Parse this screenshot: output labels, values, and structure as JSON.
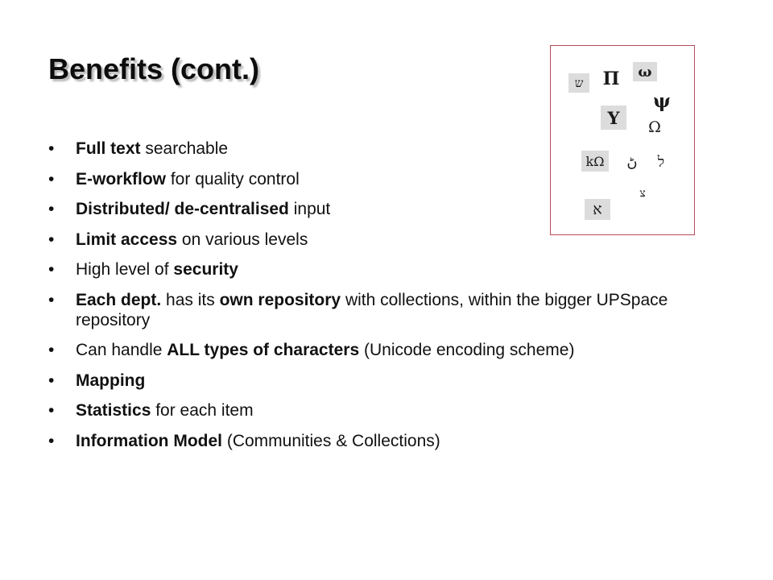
{
  "title": "Benefits (cont.)",
  "bullets": [
    {
      "parts": [
        {
          "text": "Full text",
          "bold": true
        },
        {
          "text": " searchable",
          "bold": false
        }
      ]
    },
    {
      "parts": [
        {
          "text": "E-workflow",
          "bold": true
        },
        {
          "text": " for quality control",
          "bold": false
        }
      ]
    },
    {
      "parts": [
        {
          "text": "Distributed/ de-centralised",
          "bold": true
        },
        {
          "text": " input",
          "bold": false
        }
      ]
    },
    {
      "parts": [
        {
          "text": "Limit access",
          "bold": true
        },
        {
          "text": " on various levels",
          "bold": false
        }
      ]
    },
    {
      "parts": [
        {
          "text": "High level of ",
          "bold": false
        },
        {
          "text": "security",
          "bold": true
        }
      ]
    },
    {
      "parts": [
        {
          "text": "Each dept.",
          "bold": true
        },
        {
          "text": " has its ",
          "bold": false
        },
        {
          "text": "own repository",
          "bold": true
        },
        {
          "text": " with collections, within the bigger UPSpace repository",
          "bold": false
        }
      ]
    },
    {
      "parts": [
        {
          "text": "Can handle ",
          "bold": false
        },
        {
          "text": "ALL types of characters",
          "bold": true
        },
        {
          "text": " (Unicode encoding scheme)",
          "bold": false
        }
      ]
    },
    {
      "parts": [
        {
          "text": "Mapping",
          "bold": true
        }
      ]
    },
    {
      "parts": [
        {
          "text": "Statistics",
          "bold": true
        },
        {
          "text": " for each item",
          "bold": false
        }
      ]
    },
    {
      "parts": [
        {
          "text": "Information Model",
          "bold": true
        },
        {
          "text": " (Communities & Collections)",
          "bold": false
        }
      ]
    }
  ],
  "symbols": {
    "shin": "ש",
    "pi": "Π",
    "omega": "ω",
    "psi": "ψ",
    "upsilon": "Υ",
    "omega_capital": "Ω",
    "k_omega": "kΩ",
    "arabic_char": "ڻ",
    "lamed": "ל",
    "tsadi": "צ",
    "aleph": "א"
  }
}
